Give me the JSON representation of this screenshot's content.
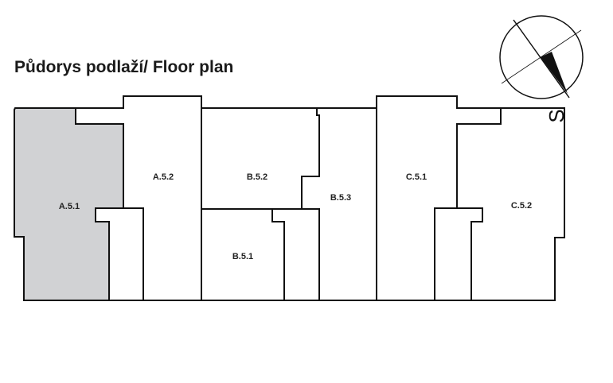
{
  "title": "Půdorys podlaží/ Floor plan",
  "compass": {
    "label": "S"
  },
  "units": [
    {
      "id": "A.5.1",
      "selected": true
    },
    {
      "id": "A.5.2",
      "selected": false
    },
    {
      "id": "B.5.1",
      "selected": false
    },
    {
      "id": "B.5.2",
      "selected": false
    },
    {
      "id": "B.5.3",
      "selected": false
    },
    {
      "id": "C.5.1",
      "selected": false
    },
    {
      "id": "C.5.2",
      "selected": false
    }
  ],
  "colors": {
    "selected": "#d1d2d4",
    "wall": "#111111"
  }
}
